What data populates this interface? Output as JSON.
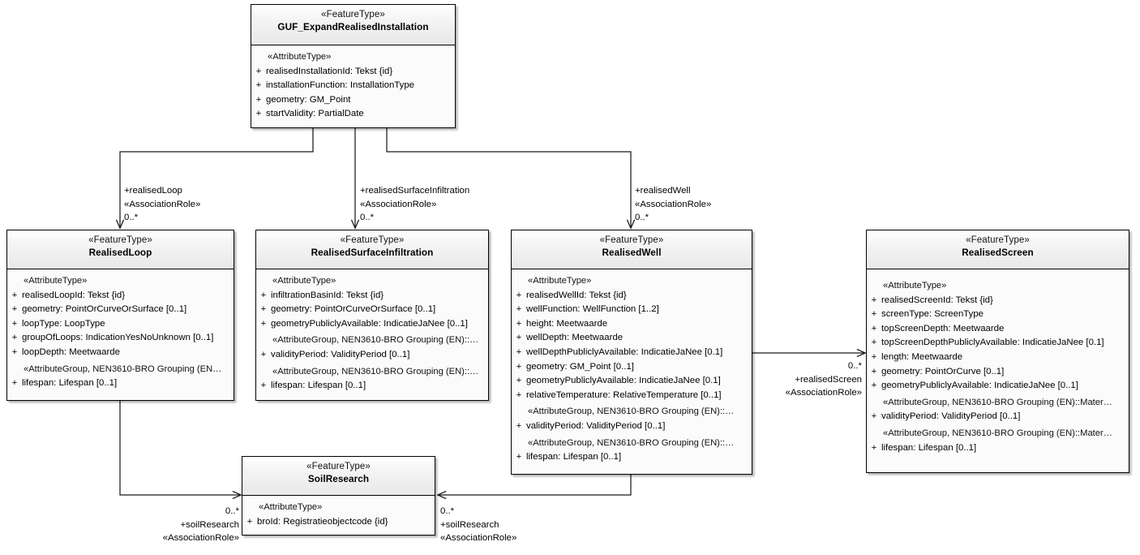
{
  "diagram": {
    "title": "GUF_ExpandRealisedInstallation UML class diagram",
    "notation": "UML",
    "stereotype_feature": "«FeatureType»",
    "stereotype_attribute": "«AttributeType»",
    "association_role_stereotype": "«AssociationRole»"
  },
  "classes": {
    "expand": {
      "stereotype": "«FeatureType»",
      "name": "GUF_ExpandRealisedInstallation",
      "compartment_label": "«AttributeType»",
      "attributes": [
        {
          "vis": "+",
          "text": "realisedInstallationId: Tekst {id}"
        },
        {
          "vis": "+",
          "text": "installationFunction: InstallationType"
        },
        {
          "vis": "+",
          "text": "geometry: GM_Point"
        },
        {
          "vis": "+",
          "text": "startValidity: PartialDate"
        }
      ]
    },
    "loop": {
      "stereotype": "«FeatureType»",
      "name": "RealisedLoop",
      "compartment_label": "«AttributeType»",
      "attributes": [
        {
          "vis": "+",
          "text": "realisedLoopId: Tekst {id}"
        },
        {
          "vis": "+",
          "text": "geometry: PointOrCurveOrSurface [0..1]"
        },
        {
          "vis": "+",
          "text": "loopType: LoopType"
        },
        {
          "vis": "+",
          "text": "groupOfLoops: IndicationYesNoUnknown [0..1]"
        },
        {
          "vis": "+",
          "text": "loopDepth: Meetwaarde"
        }
      ],
      "groups": [
        {
          "label": "«AttributeGroup, NEN3610-BRO Grouping (EN…",
          "attributes": [
            {
              "vis": "+",
              "text": "lifespan: Lifespan [0..1]"
            }
          ]
        }
      ]
    },
    "surface": {
      "stereotype": "«FeatureType»",
      "name": "RealisedSurfaceInfiltration",
      "compartment_label": "«AttributeType»",
      "attributes": [
        {
          "vis": "+",
          "text": "infiltrationBasinId: Tekst {id}"
        },
        {
          "vis": "+",
          "text": "geometry: PointOrCurveOrSurface [0..1]"
        },
        {
          "vis": "+",
          "text": "geometryPubliclyAvailable: IndicatieJaNee [0..1]"
        }
      ],
      "groups": [
        {
          "label": "«AttributeGroup, NEN3610-BRO Grouping (EN)::…",
          "attributes": [
            {
              "vis": "+",
              "text": "validityPeriod: ValidityPeriod [0..1]"
            }
          ]
        },
        {
          "label": "«AttributeGroup, NEN3610-BRO Grouping (EN)::…",
          "attributes": [
            {
              "vis": "+",
              "text": "lifespan: Lifespan [0..1]"
            }
          ]
        }
      ]
    },
    "well": {
      "stereotype": "«FeatureType»",
      "name": "RealisedWell",
      "compartment_label": "«AttributeType»",
      "attributes": [
        {
          "vis": "+",
          "text": "realisedWellId: Tekst {id}"
        },
        {
          "vis": "+",
          "text": "wellFunction: WellFunction [1..2]"
        },
        {
          "vis": "+",
          "text": "height: Meetwaarde"
        },
        {
          "vis": "+",
          "text": "wellDepth: Meetwaarde"
        },
        {
          "vis": "+",
          "text": "wellDepthPubliclyAvailable: IndicatieJaNee [0.1]"
        },
        {
          "vis": "+",
          "text": "geometry: GM_Point [0..1]"
        },
        {
          "vis": "+",
          "text": "geometryPubliclyAvailable: IndicatieJaNee [0.1]"
        },
        {
          "vis": "+",
          "text": "relativeTemperature: RelativeTemperature [0..1]"
        }
      ],
      "groups": [
        {
          "label": "«AttributeGroup, NEN3610-BRO Grouping (EN)::…",
          "attributes": [
            {
              "vis": "+",
              "text": "validityPeriod: ValidityPeriod [0..1]"
            }
          ]
        },
        {
          "label": "«AttributeGroup, NEN3610-BRO Grouping (EN)::…",
          "attributes": [
            {
              "vis": "+",
              "text": "lifespan: Lifespan [0..1]"
            }
          ]
        }
      ]
    },
    "screen": {
      "stereotype": "«FeatureType»",
      "name": "RealisedScreen",
      "compartment_label": "«AttributeType»",
      "attributes": [
        {
          "vis": "+",
          "text": "realisedScreenId: Tekst {id}"
        },
        {
          "vis": "+",
          "text": "screenType: ScreenType"
        },
        {
          "vis": "+",
          "text": "topScreenDepth: Meetwaarde"
        },
        {
          "vis": "+",
          "text": "topScreenDepthPubliclyAvailable: IndicatieJaNee [0.1]"
        },
        {
          "vis": "+",
          "text": "length: Meetwaarde"
        },
        {
          "vis": "+",
          "text": "geometry: PointOrCurve [0..1]"
        },
        {
          "vis": "+",
          "text": "geometryPubliclyAvailable: IndicatieJaNee [0..1]"
        }
      ],
      "groups": [
        {
          "label": "«AttributeGroup, NEN3610-BRO Grouping (EN)::Mater…",
          "attributes": [
            {
              "vis": "+",
              "text": "validityPeriod: ValidityPeriod [0..1]"
            }
          ]
        },
        {
          "label": "«AttributeGroup, NEN3610-BRO Grouping (EN)::Mater…",
          "attributes": [
            {
              "vis": "+",
              "text": "lifespan: Lifespan [0..1]"
            }
          ]
        }
      ]
    },
    "soil": {
      "stereotype": "«FeatureType»",
      "name": "SoilResearch",
      "compartment_label": "«AttributeType»",
      "attributes": [
        {
          "vis": "+",
          "text": "broId: Registratieobjectcode {id}"
        }
      ]
    }
  },
  "associations": {
    "realised_loop": {
      "role": "+realisedLoop",
      "stereotype": "«AssociationRole»",
      "multiplicity": "0..*"
    },
    "realised_surface": {
      "role": "+realisedSurfaceInfiltration",
      "stereotype": "«AssociationRole»",
      "multiplicity": "0..*"
    },
    "realised_well": {
      "role": "+realisedWell",
      "stereotype": "«AssociationRole»",
      "multiplicity": "0..*"
    },
    "realised_screen": {
      "role": "+realisedScreen",
      "stereotype": "«AssociationRole»",
      "multiplicity": "0..*"
    },
    "soil_left": {
      "role": "+soilResearch",
      "stereotype": "«AssociationRole»",
      "multiplicity": "0..*"
    },
    "soil_right": {
      "role": "+soilResearch",
      "stereotype": "«AssociationRole»",
      "multiplicity": "0..*"
    }
  },
  "colors": {
    "line": "#1a1a1a",
    "header_top": "#ffffff",
    "header_bottom": "#e8e8e8",
    "body": "#fbfbfb",
    "border": "#000000"
  }
}
